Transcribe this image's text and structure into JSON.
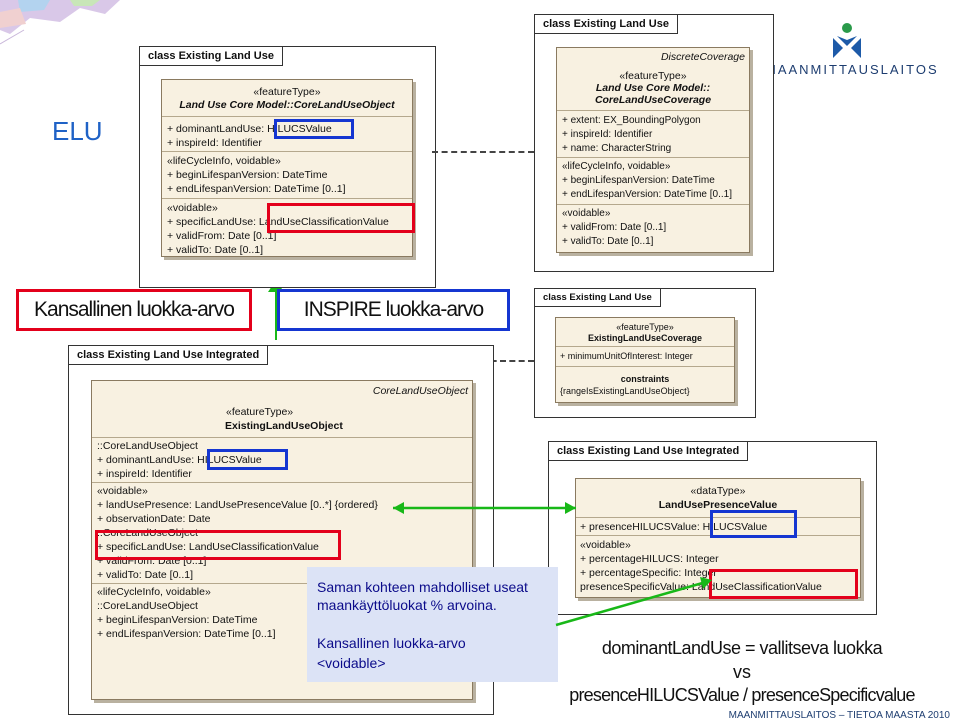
{
  "elu": "ELU",
  "logo_text": "MAANMITTAUSLAITOS",
  "footer": "MAANMITTAUSLAITOS – TIETOA MAASTA 2010",
  "label_national": "Kansallinen luokka-arvo",
  "label_inspire": "INSPIRE luokka-arvo",
  "colors": {
    "red": "#e3001b",
    "blue": "#1536d1",
    "green": "#18b818"
  },
  "pkg1": {
    "tab": "class Existing Land Use",
    "stereo": "«featureType»",
    "name": "Land Use Core Model::CoreLandUseObject",
    "a1": "+ dominantLandUse: HILUCSValue",
    "a2": "+ inspireId: Identifier",
    "s1": "«lifeCycleInfo, voidable»",
    "a3": "+ beginLifespanVersion: DateTime",
    "a4": "+ endLifespanVersion: DateTime [0..1]",
    "s2": "«voidable»",
    "a5": "+ specificLandUse: LandUseClassificationValue",
    "a6": "+ validFrom: Date [0..1]",
    "a7": "+ validTo: Date [0..1]"
  },
  "pkg2": {
    "tab": "class Existing Land Use",
    "parent": "DiscreteCoverage",
    "stereo": "«featureType»",
    "name1": "Land Use Core Model::",
    "name2": "CoreLandUseCoverage",
    "a1": "+ extent: EX_BoundingPolygon",
    "a2": "+ inspireId: Identifier",
    "a3": "+ name: CharacterString",
    "s1": "«lifeCycleInfo, voidable»",
    "a4": "+ beginLifespanVersion: DateTime",
    "a5": "+ endLifespanVersion: DateTime [0..1]",
    "s2": "«voidable»",
    "a6": "+ validFrom: Date [0..1]",
    "a7": "+ validTo: Date [0..1]"
  },
  "pkg3": {
    "tab": "class Existing Land Use",
    "stereo": "«featureType»",
    "name": "ExistingLandUseCoverage",
    "a1": "+ minimumUnitOfInterest: Integer",
    "ctitle": "constraints",
    "c1": "{rangeIsExistingLandUseObject}"
  },
  "pkg4": {
    "tab": "class Existing Land Use Integrated",
    "parent": "CoreLandUseObject",
    "stereo": "«featureType»",
    "name": "ExistingLandUseObject",
    "l1": "::CoreLandUseObject",
    "l2": "+ dominantLandUse: HILUCSValue",
    "l3": "+ inspireId: Identifier",
    "l4": "«voidable»",
    "l5": "+ landUsePresence: LandUsePresenceValue [0..*] {ordered}",
    "l6": "+ observationDate: Date",
    "l7": "::CoreLandUseObject",
    "l8": "+ specificLandUse: LandUseClassificationValue",
    "l9": "+ validFrom: Date [0..1]",
    "l10": "+ validTo: Date [0..1]",
    "l11": "«lifeCycleInfo, voidable»",
    "l12": "::CoreLandUseObject",
    "l13": "+ beginLifespanVersion: DateTime",
    "l14": "+ endLifespanVersion: DateTime [0..1]"
  },
  "pkg5": {
    "tab": "class Existing Land Use Integrated",
    "stereo": "«dataType»",
    "name": "LandUsePresenceValue",
    "a1": "+ presenceHILUCSValue: HILUCSValue",
    "s1": "«voidable»",
    "a2": "+ percentageHILUCS: Integer",
    "a3": "+ percentageSpecific: Integer",
    "a4": "presenceSpecificValue: LandUseClassificationValue"
  },
  "note": {
    "line1": "Saman kohteen mahdolliset useat",
    "line2": "maankäyttöluokat % arvoina.",
    "line3": "Kansallinen luokka-arvo",
    "line4": "<voidable>"
  },
  "bottom": {
    "line1": "dominantLandUse = vallitseva luokka",
    "line2": "vs",
    "line3": "presenceHILUCSValue / presenceSpecificvalue"
  }
}
